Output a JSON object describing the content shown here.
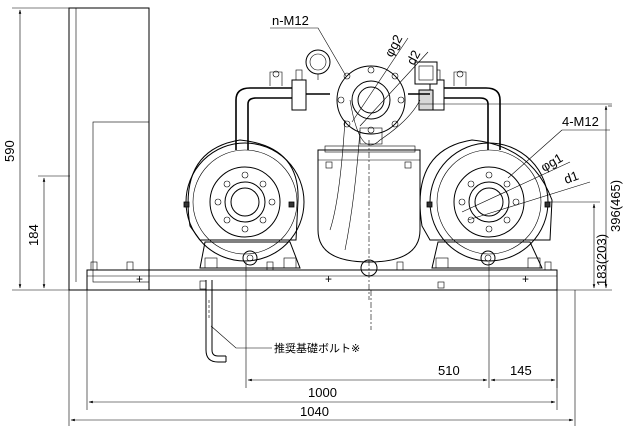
{
  "labels": {
    "n_m12": "n-M12",
    "phi_g2": "φg2",
    "d2": "d2",
    "four_m12": "4-M12",
    "phi_g1": "φg1",
    "d1": "d1",
    "bolt_note": "推奨基礎ボルト※"
  },
  "dimensions": {
    "height_590": "590",
    "height_184": "184",
    "right_396": "396(465)",
    "right_183": "183(203)",
    "width_510": "510",
    "width_145": "145",
    "width_1000": "1000",
    "width_1040": "1040"
  },
  "colors": {
    "line": "#000000",
    "background": "#ffffff",
    "shade": "#d8d8d8"
  }
}
